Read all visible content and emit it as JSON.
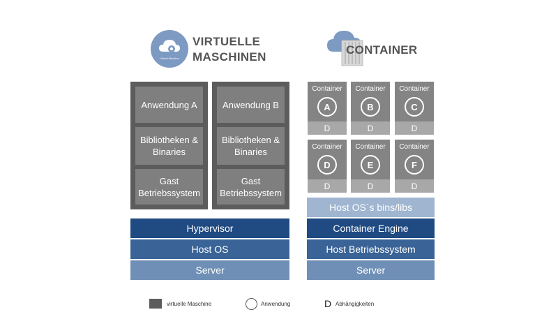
{
  "header": {
    "vm_title_line1": "VIRTUELLE",
    "vm_title_line2": "MASCHINEN",
    "vm_icon_caption": "Virtual Machine",
    "container_title": "CONTAINER"
  },
  "vm": {
    "columns": [
      {
        "app": "Anwendung A",
        "libs": "Bibliotheken &\nBinaries",
        "guest_os": "Gast\nBetriebssystem"
      },
      {
        "app": "Anwendung B",
        "libs": "Bibliotheken &\nBinaries",
        "guest_os": "Gast\nBetriebssystem"
      }
    ],
    "layers": {
      "hypervisor": "Hypervisor",
      "host_os": "Host OS",
      "server": "Server"
    }
  },
  "containers": {
    "items": [
      {
        "label": "Container",
        "id": "A",
        "dep": "D"
      },
      {
        "label": "Container",
        "id": "B",
        "dep": "D"
      },
      {
        "label": "Container",
        "id": "C",
        "dep": "D"
      },
      {
        "label": "Container",
        "id": "D",
        "dep": "D"
      },
      {
        "label": "Container",
        "id": "E",
        "dep": "D"
      },
      {
        "label": "Container",
        "id": "F",
        "dep": "D"
      }
    ],
    "layers": {
      "bins_libs": "Host OS`s bins/libs",
      "engine": "Container Engine",
      "host_os": "Host Betriebssystem",
      "server": "Server"
    }
  },
  "legend": {
    "vm": "virtuelle Maschine",
    "app": "Anwendung",
    "dep_symbol": "D",
    "dep": "Abhängigkeiten"
  },
  "colors": {
    "vm_frame": "#5c5c5c",
    "vm_block": "#7f7f7f",
    "dark_blue": "#1f4a82",
    "mid_blue": "#3a6497",
    "light_blue": "#6f8fb6",
    "pale_blue": "#9fb5d0"
  },
  "icons": {
    "vm": "cloud-gear-icon",
    "container": "cloud-container-icon"
  }
}
